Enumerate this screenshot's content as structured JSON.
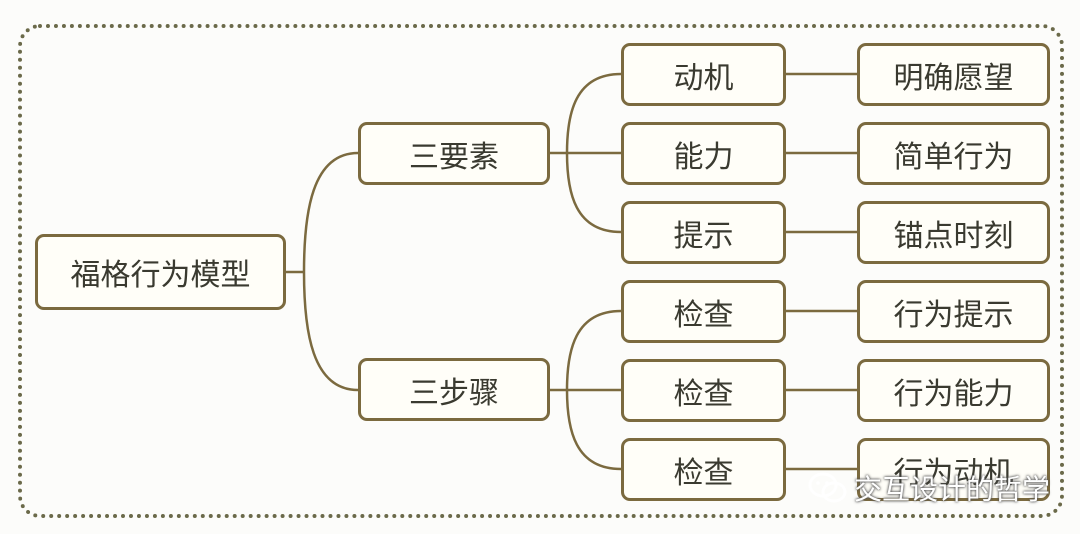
{
  "colors": {
    "line": "#7b6a3f",
    "frame": "#6b6a4a",
    "text": "#3a3a30"
  },
  "diagram": {
    "root": "福格行为模型",
    "branches": [
      {
        "label": "三要素",
        "children": [
          {
            "label": "动机",
            "leaf": "明确愿望"
          },
          {
            "label": "能力",
            "leaf": "简单行为"
          },
          {
            "label": "提示",
            "leaf": "锚点时刻"
          }
        ]
      },
      {
        "label": "三步骤",
        "children": [
          {
            "label": "检查",
            "leaf": "行为提示"
          },
          {
            "label": "检查",
            "leaf": "行为能力"
          },
          {
            "label": "检查",
            "leaf": "行为动机"
          }
        ]
      }
    ]
  },
  "watermark": {
    "icon": "wechat-icon",
    "text": "交互设计的哲学"
  }
}
